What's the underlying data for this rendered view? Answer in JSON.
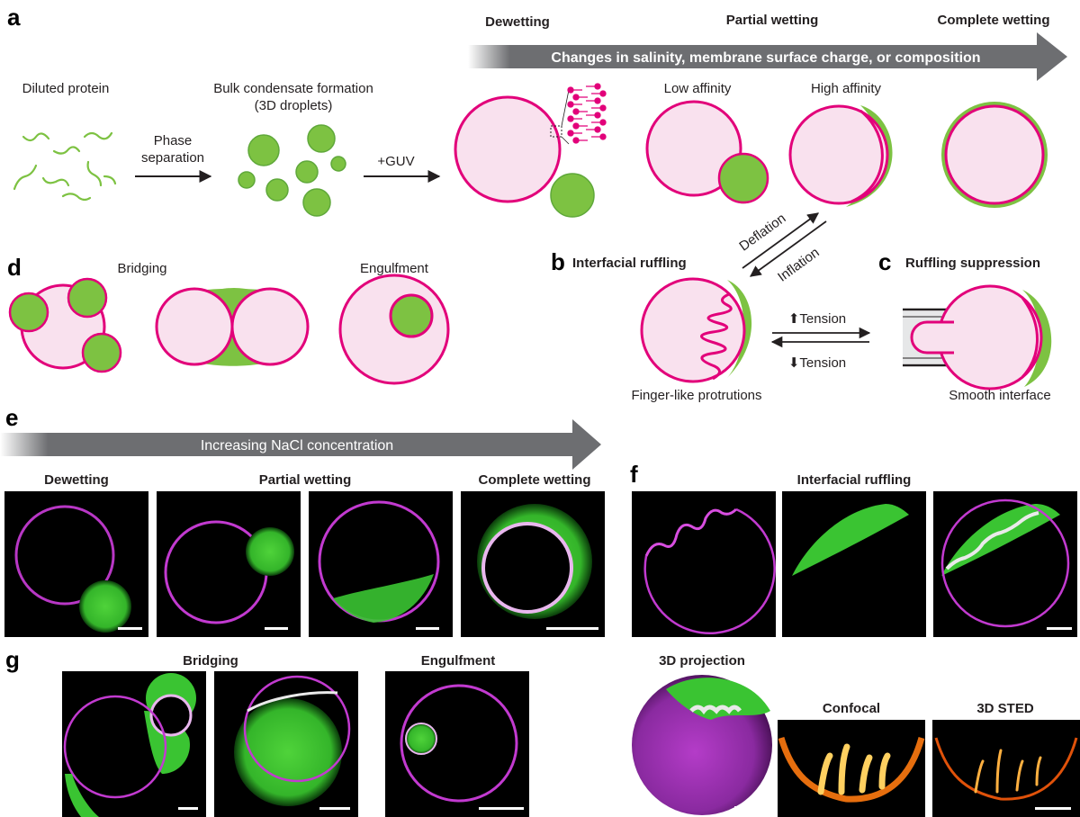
{
  "colors": {
    "membrane": "#e2007a",
    "condensate": "#7dc242",
    "vesicle_fill": "#f9e1ee",
    "arrow_gray": "#6d6e71",
    "micrograph_bg": "#000000"
  },
  "panel_a": {
    "label": "a",
    "diluted_protein": "Diluted protein",
    "bulk_line1": "Bulk condensate formation",
    "bulk_line2": "(3D droplets)",
    "phase_line1": "Phase",
    "phase_line2": "separation",
    "plus_guv": "+GUV",
    "dewetting": "Dewetting",
    "partial_wetting": "Partial wetting",
    "complete_wetting": "Complete wetting",
    "big_arrow": "Changes in salinity, membrane surface charge, or composition",
    "low_affinity": "Low affinity",
    "high_affinity": "High affinity"
  },
  "panel_b": {
    "label": "b",
    "title": "Interfacial ruffling",
    "deflation": "Deflation",
    "inflation": "Inflation",
    "caption": "Finger-like protrutions",
    "tension_up": "⬆Tension",
    "tension_down": "⬇Tension"
  },
  "panel_c": {
    "label": "c",
    "title": "Ruffling suppression",
    "caption": "Smooth interface"
  },
  "panel_d": {
    "label": "d",
    "bridging": "Bridging",
    "engulfment": "Engulfment"
  },
  "panel_e": {
    "label": "e",
    "arrow": "Increasing NaCl concentration",
    "dewetting": "Dewetting",
    "partial_wetting": "Partial wetting",
    "complete_wetting": "Complete wetting"
  },
  "panel_f": {
    "label": "f",
    "title": "Interfacial ruffling",
    "projection": "3D projection",
    "confocal": "Confocal",
    "sted": "3D STED"
  },
  "panel_g": {
    "label": "g",
    "bridging": "Bridging",
    "engulfment": "Engulfment"
  }
}
